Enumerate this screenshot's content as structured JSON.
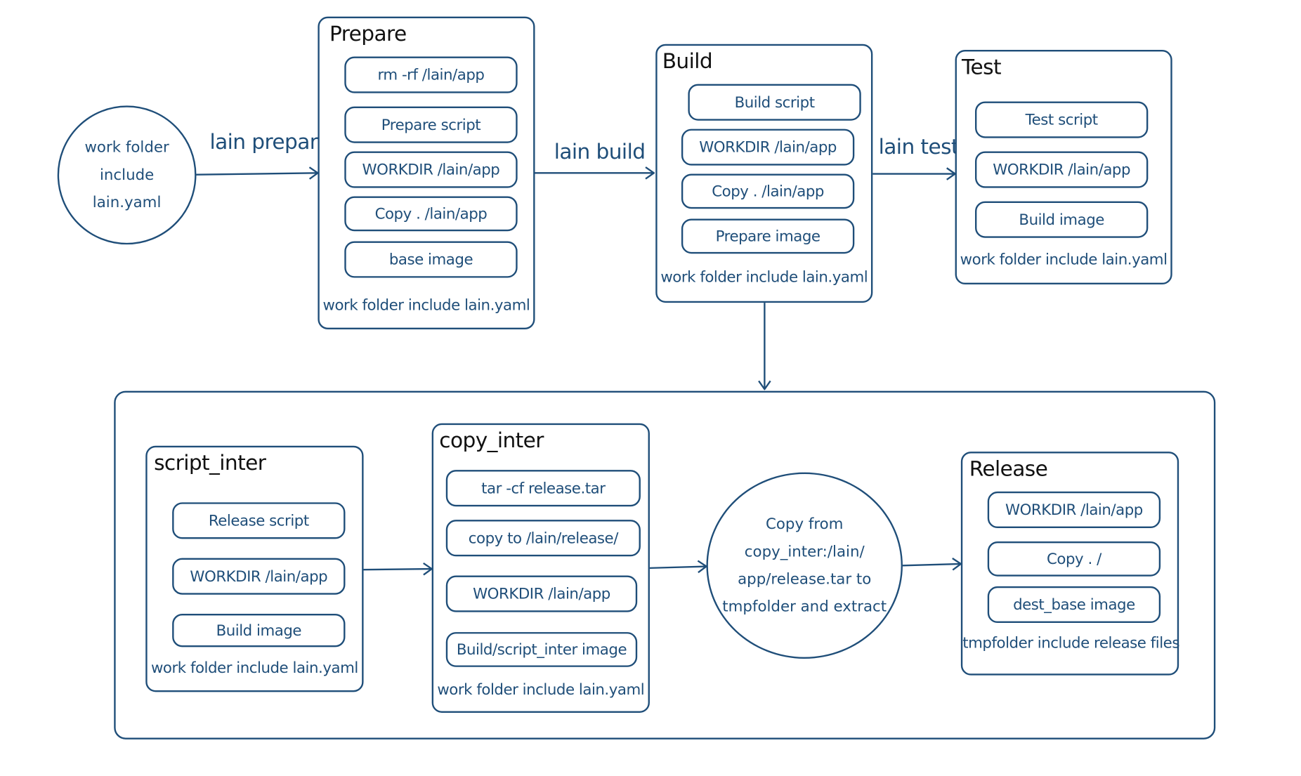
{
  "colors": {
    "stroke": "#1f4e79",
    "text": "#1f4e79",
    "title": "#111111"
  },
  "start_node": {
    "lines": [
      "work folder",
      "include",
      "lain.yaml"
    ]
  },
  "edges": {
    "prepare": "lain prepare",
    "build": "lain build",
    "test": "lain test"
  },
  "prepare": {
    "title": "Prepare",
    "items": [
      "rm -rf /lain/app",
      "Prepare script",
      "WORKDIR /lain/app",
      "Copy . /lain/app",
      "base image"
    ],
    "footer": "work folder include lain.yaml"
  },
  "build": {
    "title": "Build",
    "items": [
      "Build script",
      "WORKDIR /lain/app",
      "Copy . /lain/app",
      "Prepare image"
    ],
    "footer": "work folder include lain.yaml"
  },
  "test": {
    "title": "Test",
    "items": [
      "Test script",
      "WORKDIR /lain/app",
      "Build image"
    ],
    "footer": "work folder include lain.yaml"
  },
  "script_inter": {
    "title": "script_inter",
    "items": [
      "Release script",
      "WORKDIR /lain/app",
      "Build image"
    ],
    "footer": "work folder include lain.yaml"
  },
  "copy_inter": {
    "title": "copy_inter",
    "items": [
      "tar -cf release.tar",
      "copy to /lain/release/",
      "WORKDIR /lain/app",
      "Build/script_inter image"
    ],
    "footer": "work folder include lain.yaml"
  },
  "copy_node": {
    "lines": [
      "Copy from",
      "copy_inter:/lain/",
      "app/release.tar to",
      "tmpfolder and extract"
    ]
  },
  "release": {
    "title": "Release",
    "items": [
      "WORKDIR /lain/app",
      "Copy . /",
      "dest_base image"
    ],
    "footer": "tmpfolder include release files"
  }
}
